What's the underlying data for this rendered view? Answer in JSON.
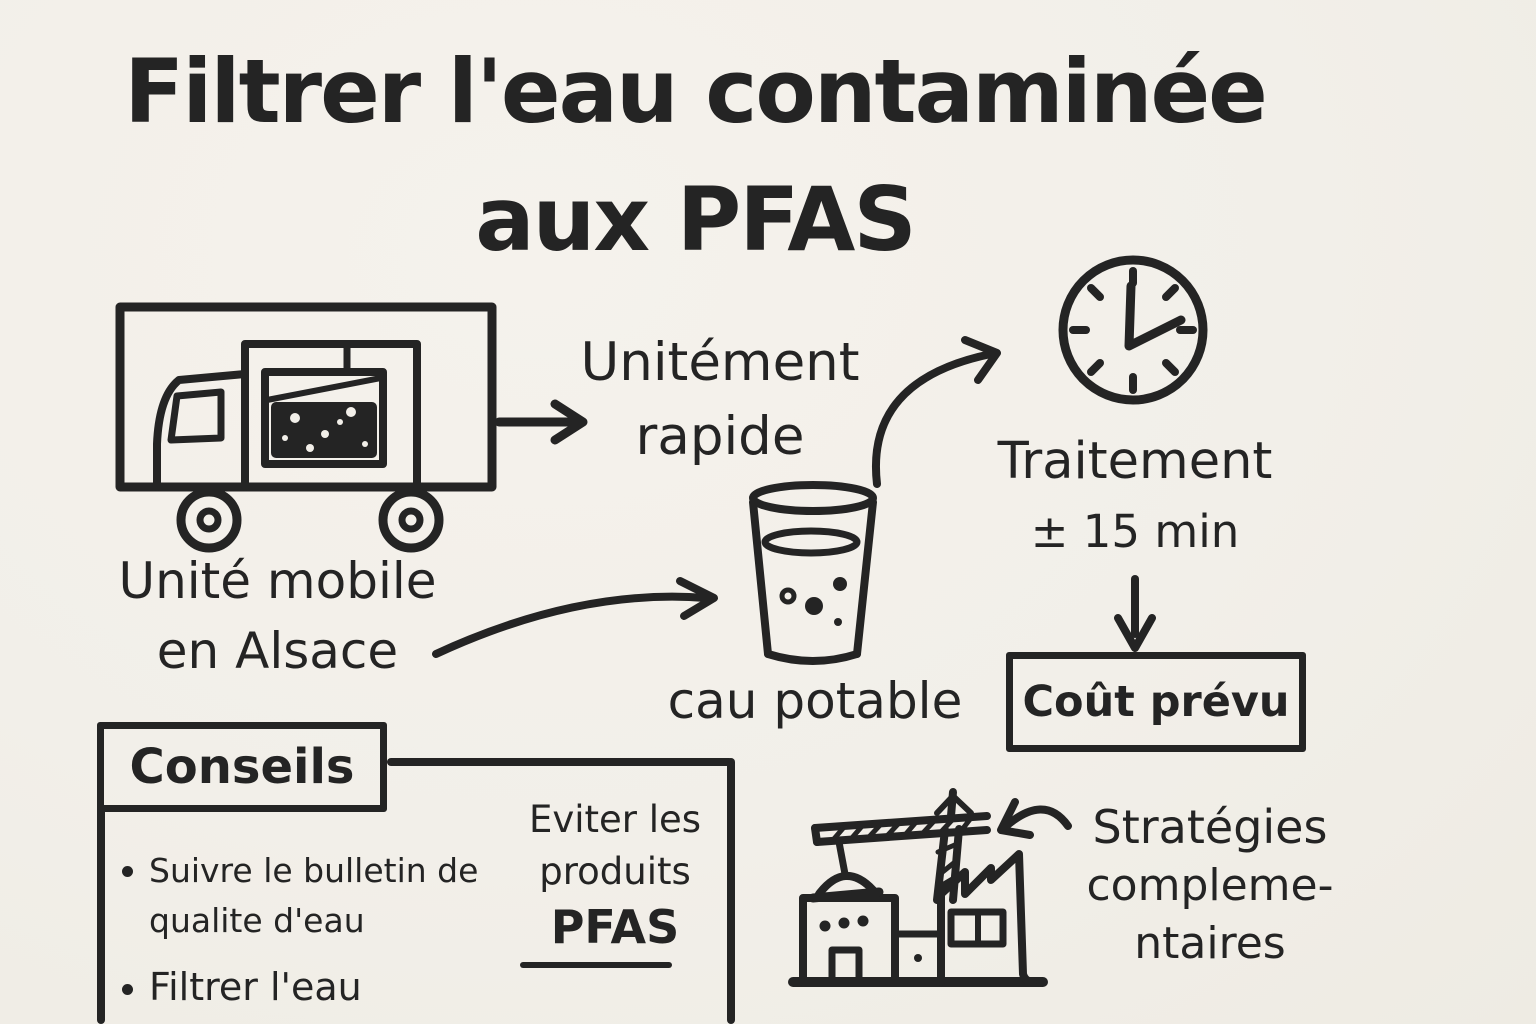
{
  "colors": {
    "background": "#f2efe9",
    "ink": "#242424"
  },
  "title": {
    "line1": "Filtrer l'eau contaminée",
    "line2": "aux PFAS"
  },
  "mobile_unit": {
    "icon": "truck-icon",
    "label_line1": "Unité mobile",
    "label_line2": "en Alsace"
  },
  "speed_note": {
    "line1": "Unitément",
    "line2": "rapide"
  },
  "treatment": {
    "icon": "clock-icon",
    "line1": "Traitement",
    "line2": "± 15 min"
  },
  "cost": {
    "label": "Coût prévu"
  },
  "water": {
    "icon": "water-glass-icon",
    "label": "cau potable"
  },
  "advice": {
    "title": "Conseils",
    "items": [
      "Suivre le bulletin de qualite d'eau",
      "Filtrer l'eau"
    ],
    "avoid": {
      "line1": "Eviter les",
      "line2": "produits",
      "line3": "PFAS"
    }
  },
  "strategies": {
    "icon": "factory-crane-icon",
    "line1": "Stratégies",
    "line2": "compleme-",
    "line3": "ntaires"
  }
}
